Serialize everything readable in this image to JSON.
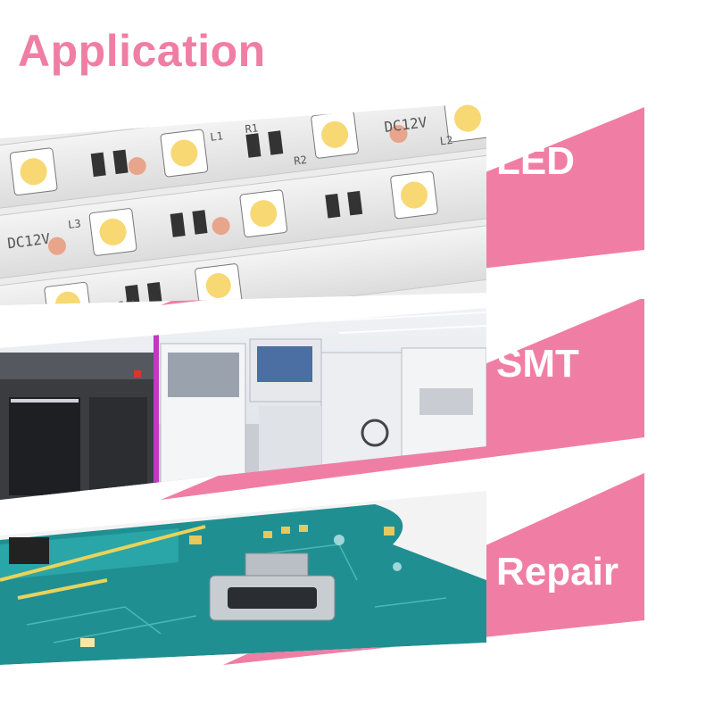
{
  "title": "Application",
  "accent_color": "#f07ea4",
  "items": [
    {
      "label": "LED"
    },
    {
      "label": "SMT"
    },
    {
      "label": "Repair"
    }
  ],
  "led_strip": {
    "marking": "DC12V",
    "labels": [
      "L1",
      "L2",
      "L3",
      "R1",
      "R2"
    ]
  }
}
